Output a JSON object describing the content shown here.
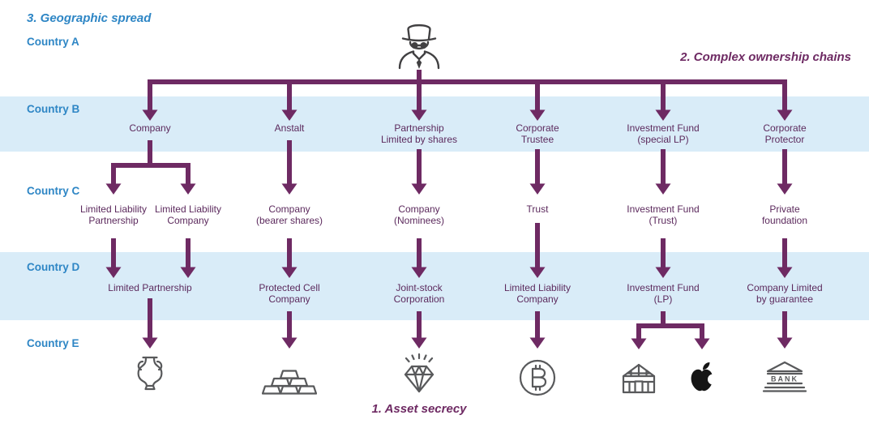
{
  "annotations": {
    "geographic_spread": "3. Geographic spread",
    "complex_ownership": "2. Complex ownership chains",
    "asset_secrecy": "1. Asset secrecy"
  },
  "country_labels": [
    "Country A",
    "Country B",
    "Country C",
    "Country D",
    "Country E"
  ],
  "nodes": {
    "row_b": [
      "Company",
      "Anstalt",
      "Partnership\nLimited by shares",
      "Corporate\nTrustee",
      "Investment Fund\n(special LP)",
      "Corporate\nProtector"
    ],
    "row_c": [
      "Limited Liability\nPartnership",
      "Limited Liability\nCompany",
      "Company\n(bearer shares)",
      "Company\n(Nominees)",
      "Trust",
      "Investment Fund\n(Trust)",
      "Private\nfoundation"
    ],
    "row_d": [
      "Limited Partnership",
      "Protected Cell\nCompany",
      "Joint-stock\nCorporation",
      "Limited Liability\nCompany",
      "Investment Fund\n(LP)",
      "Company Limited\nby guarantee"
    ]
  },
  "icons": {
    "top": "anonymous-owner-icon",
    "row_e": [
      "vase-icon",
      "gold-bars-icon",
      "diamond-icon",
      "bitcoin-icon",
      "greenhouse-icon",
      "apple-icon",
      "bank-icon"
    ],
    "bank_label": "BANK"
  },
  "colors": {
    "blue": "#2e86c5",
    "purple": "#6e2a63",
    "ink": "#5c2a5d",
    "band": "#d9ecf8",
    "icon-gray": "#58595b"
  }
}
